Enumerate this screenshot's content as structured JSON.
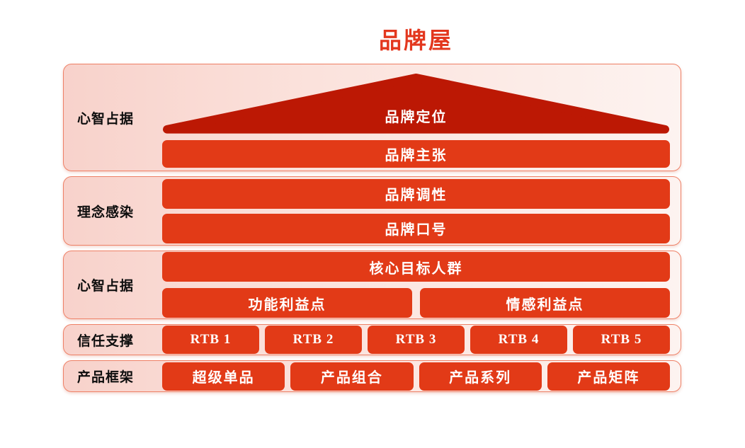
{
  "title": "品牌屋",
  "colors": {
    "title_red": "#E3371E",
    "bar_red": "#E23A17",
    "roof_dark_red": "#BC1804",
    "panel_pink_left": "#F8D2CB",
    "panel_pink_right": "#FDF3F0",
    "panel_border": "#EE8066",
    "label_black": "#0D0D0D",
    "bar_text_white": "#FFFFFF"
  },
  "sections": [
    {
      "label": "心智占据",
      "roof_text": "品牌定位",
      "bars": [
        [
          "品牌主张"
        ]
      ]
    },
    {
      "label": "理念感染",
      "bars": [
        [
          "品牌调性"
        ],
        [
          "品牌口号"
        ]
      ]
    },
    {
      "label": "心智占据",
      "bars": [
        [
          "核心目标人群"
        ],
        [
          "功能利益点",
          "情感利益点"
        ]
      ]
    },
    {
      "label": "信任支撑",
      "bars": [
        [
          "RTB 1",
          "RTB 2",
          "RTB 3",
          "RTB 4",
          "RTB 5"
        ]
      ]
    },
    {
      "label": "产品框架",
      "bars": [
        [
          "超级单品",
          "产品组合",
          "产品系列",
          "产品矩阵"
        ]
      ]
    }
  ]
}
